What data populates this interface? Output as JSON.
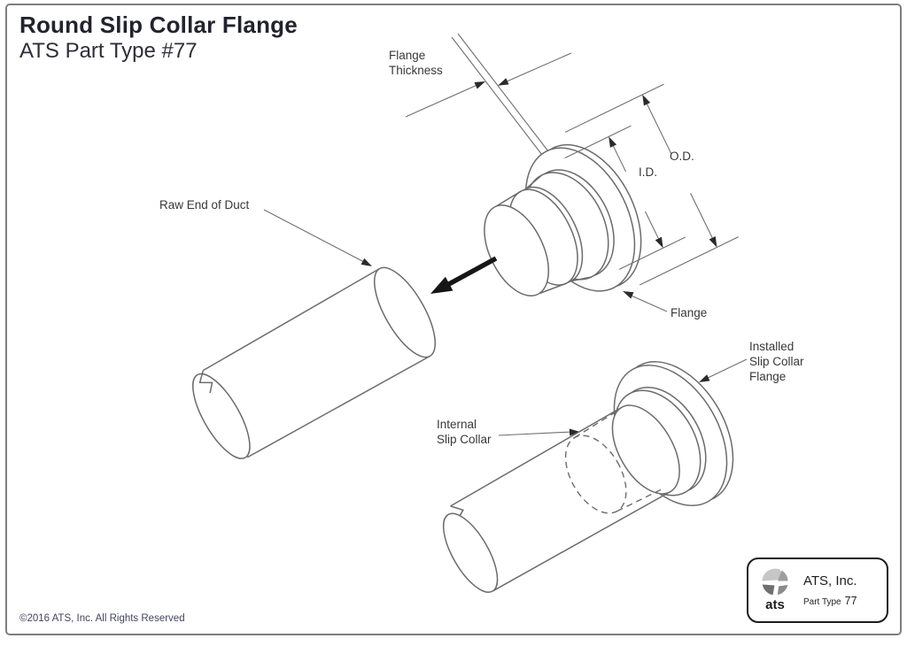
{
  "page": {
    "title": "Round Slip Collar Flange",
    "subtitle": "ATS Part Type #77",
    "copyright": "©2016 ATS, Inc. All Rights Reserved",
    "background": "#ffffff",
    "border_color": "#7e7e7e"
  },
  "diagram": {
    "colors": {
      "line": "#6b6b6b",
      "text": "#383838",
      "arrow": "#1a1a1a"
    },
    "labels": {
      "flange_thickness": [
        "Flange",
        "Thickness"
      ],
      "raw_end_of_duct": "Raw End of Duct",
      "outer_diameter": "O.D.",
      "inner_diameter": "I.D.",
      "flange": "Flange",
      "installed_flange": [
        "Installed",
        "Slip Collar",
        "Flange"
      ],
      "internal_collar": [
        "Internal",
        "Slip Collar"
      ]
    }
  },
  "logo_box": {
    "logo_text": "ats",
    "company": "ATS, Inc.",
    "part_type_label": "Part Type",
    "part_type_value": "77"
  }
}
